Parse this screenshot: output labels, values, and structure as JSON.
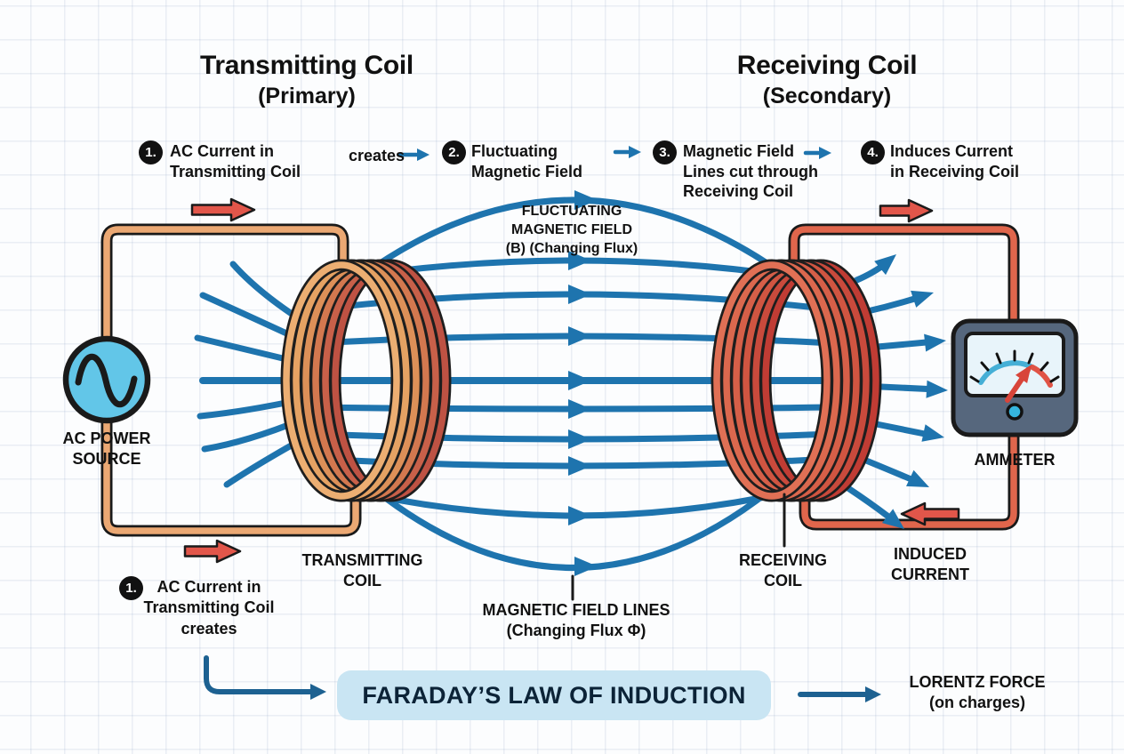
{
  "colors": {
    "field_line": "#1E74AE",
    "connector_arrow": "#1D6191",
    "current_arrow": "#E2564A",
    "wire_primary": "#EBA873",
    "wire_secondary": "#E0664C",
    "ac_source_fill": "#62C6E8",
    "faraday_box_bg": "#C9E5F3",
    "faraday_text": "#0C2337",
    "ammeter_body": "#56677D",
    "ammeter_screen": "#E8F4FA",
    "ink": "#111111"
  },
  "header": {
    "left_title": "Transmitting Coil",
    "left_subtitle": "(Primary)",
    "right_title": "Receiving Coil",
    "right_subtitle": "(Secondary)"
  },
  "steps": {
    "s1": {
      "badge": "1.",
      "label": "AC Current in\nTransmitting Coil"
    },
    "connector_word": "creates",
    "s2": {
      "badge": "2.",
      "label": "Fluctuating\nMagnetic Field"
    },
    "s3": {
      "badge": "3.",
      "label": "Magnetic Field\nLines cut through\nReceiving Coil"
    },
    "s4": {
      "badge": "4.",
      "label": "Induces Current\nin Receiving Coil"
    }
  },
  "labels": {
    "fluctuating_field": "FLUCTUATING\nMAGNETIC FIELD\n(B)  (Changing Flux)",
    "ac_power_source": "AC POWER\nSOURCE",
    "transmitting_coil": "TRANSMITTING\nCOIL",
    "receiving_coil": "RECEIVING\nCOIL",
    "induced_current": "INDUCED\nCURRENT",
    "ammeter": "AMMETER",
    "magnetic_field_lines": "MAGNETIC FIELD LINES\n(Changing Flux Φ)",
    "bottom_note_badge": "1.",
    "bottom_note": "AC Current in\nTransmitting Coil\ncreates",
    "faraday": "FARADAY’S LAW OF INDUCTION",
    "lorentz": "LORENTZ FORCE\n(on charges)"
  },
  "icons": {
    "ac_source": "sine-wave-icon",
    "ammeter": "analog-meter-icon"
  }
}
